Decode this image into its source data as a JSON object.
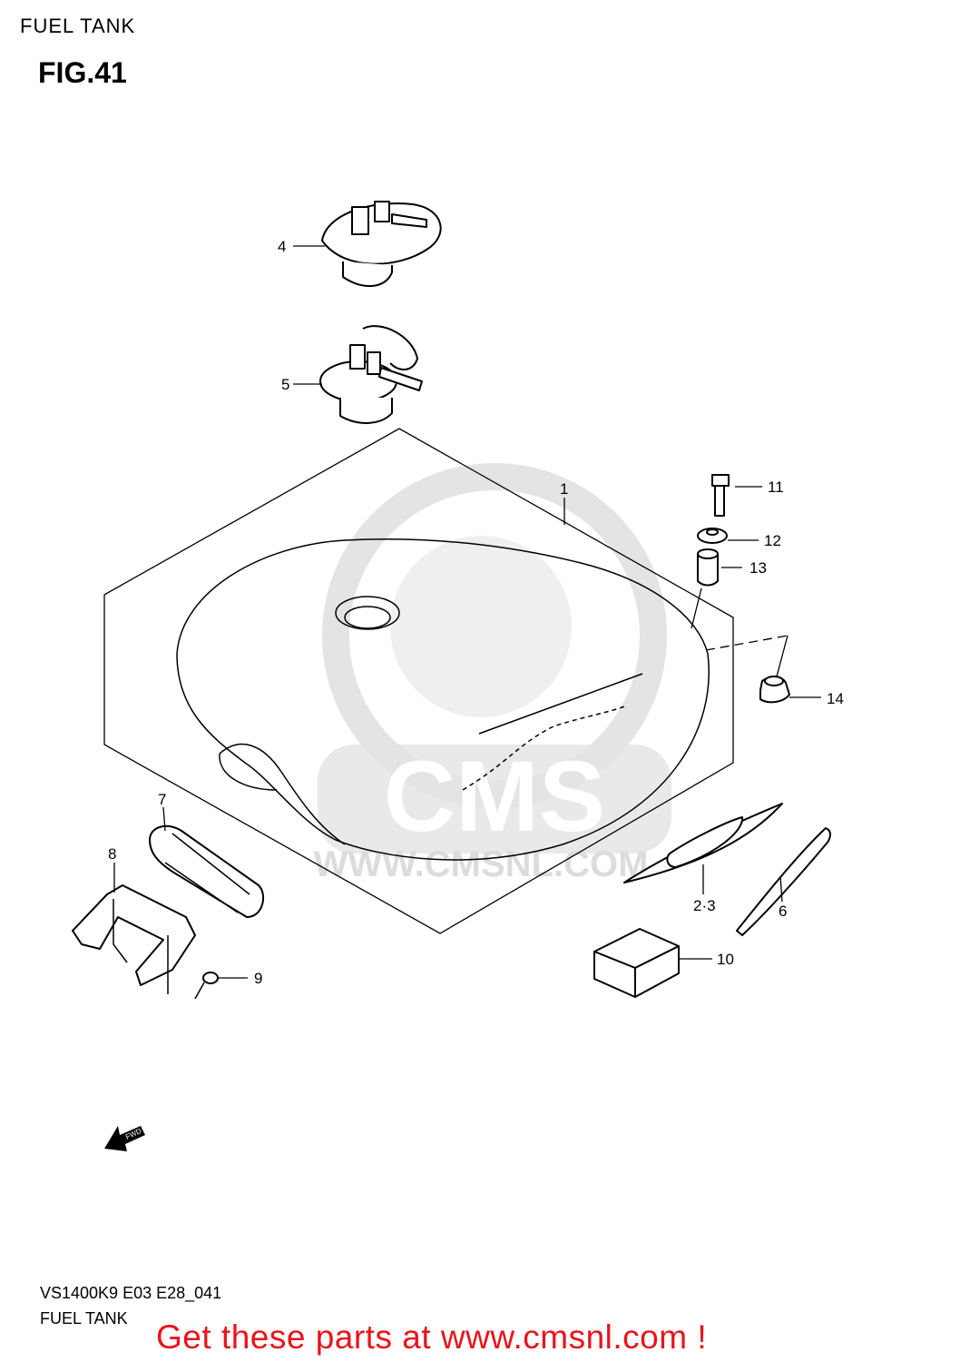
{
  "header": {
    "title": "FUEL TANK",
    "figure": "FIG.41"
  },
  "callouts": {
    "p1": "1",
    "p23": "2·3",
    "p4": "4",
    "p5": "5",
    "p6": "6",
    "p7": "7",
    "p8": "8",
    "p9": "9",
    "p10": "10",
    "p11": "11",
    "p12": "12",
    "p13": "13",
    "p14": "14"
  },
  "fwd_label": "FWD",
  "watermark": {
    "brand": "CMS",
    "url": "WWW.CMSNL.COM"
  },
  "footer": {
    "model_code": "VS1400K9 E03 E28_041",
    "title": "FUEL TANK",
    "cta": "Get these parts at www.cmsnl.com !"
  }
}
